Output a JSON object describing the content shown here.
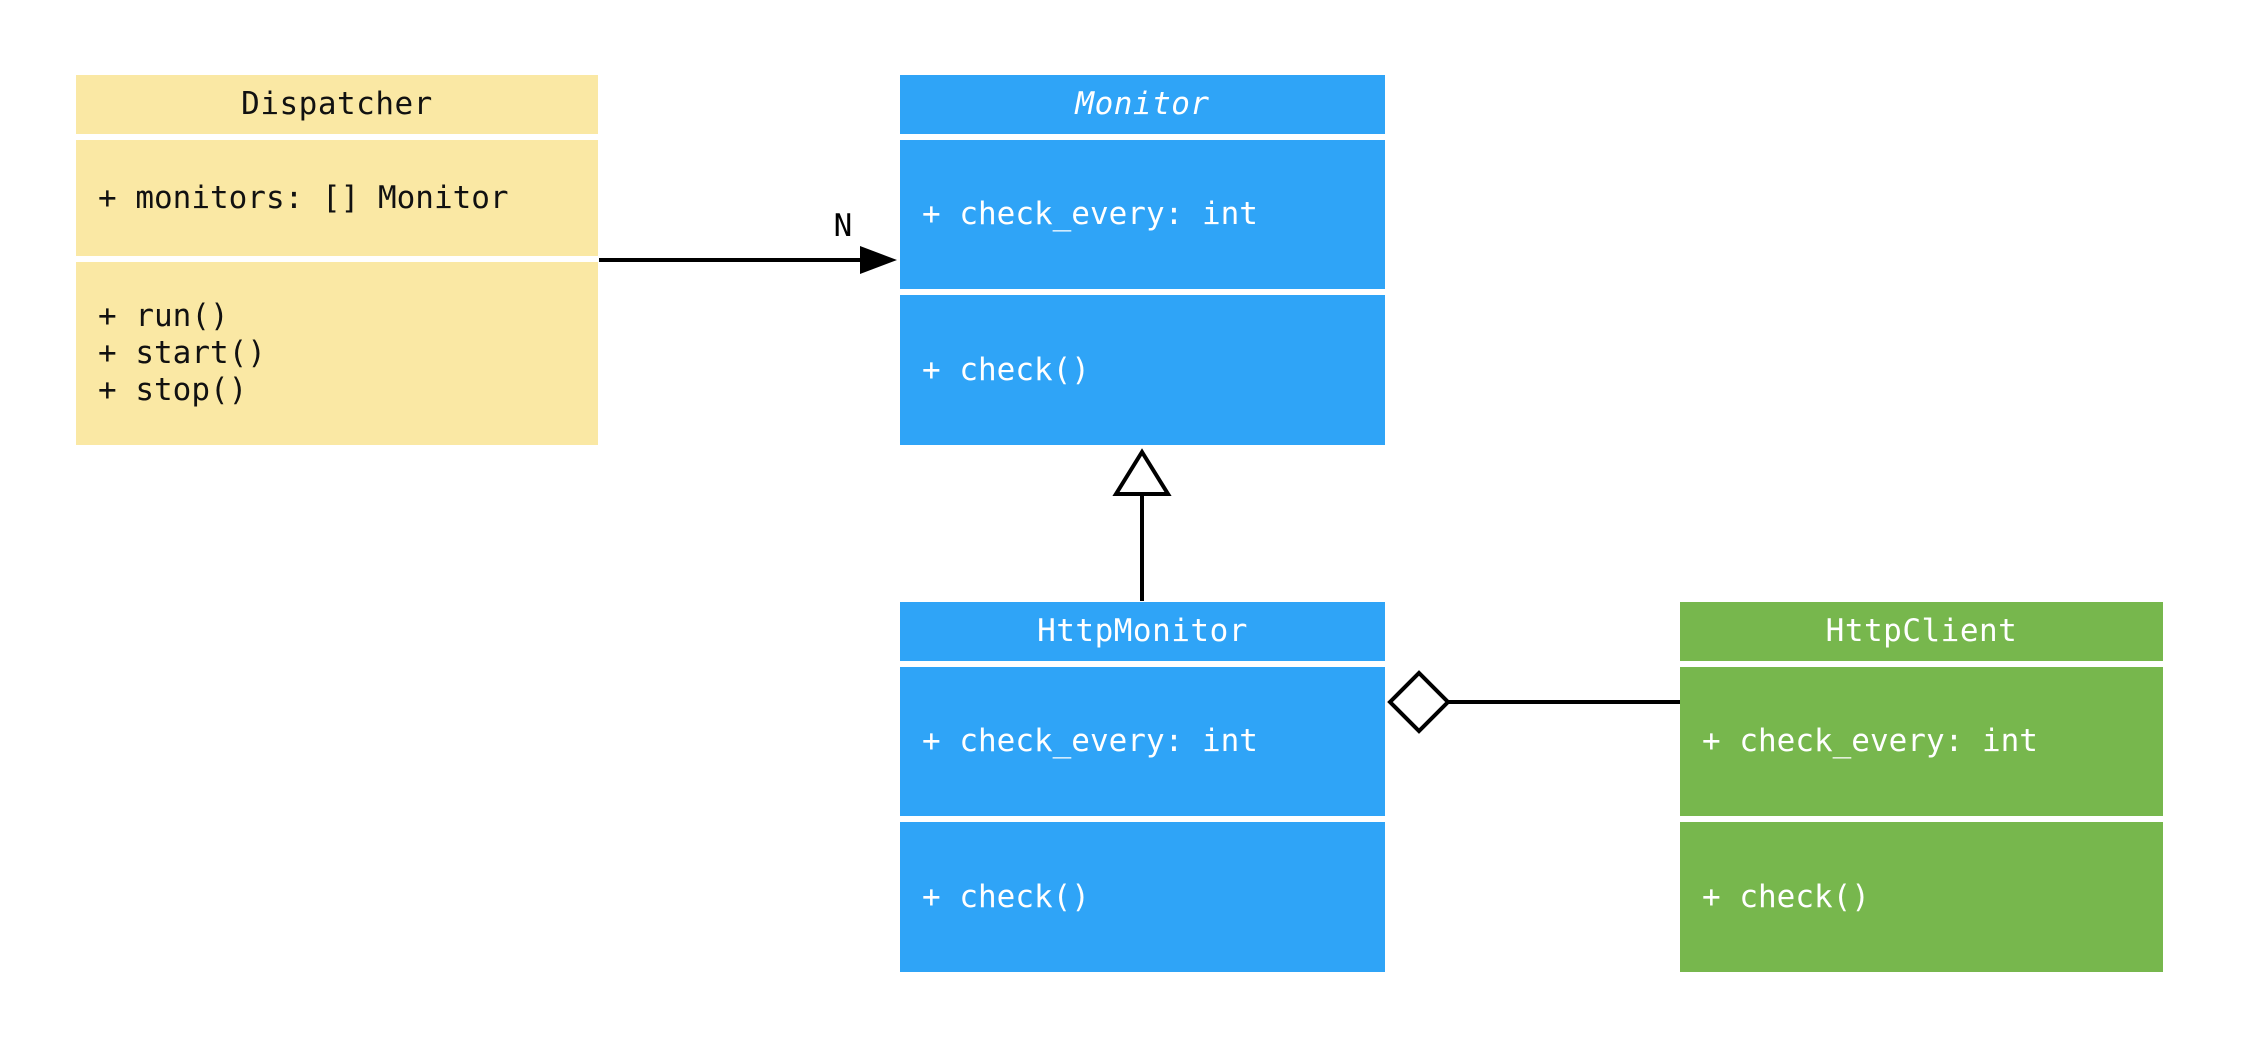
{
  "diagram": {
    "kind": "uml-class-diagram",
    "background": "#ffffff",
    "classes": [
      {
        "name": "Dispatcher",
        "abstract": false,
        "color": "#FAE8A4",
        "text_color": "#111111",
        "attributes": [
          "+ monitors: [] Monitor"
        ],
        "methods": [
          "+ run()",
          "+ start()",
          "+ stop()"
        ]
      },
      {
        "name": "Monitor",
        "abstract": true,
        "color": "#2FA4F7",
        "text_color": "#ffffff",
        "attributes": [
          "+ check_every: int"
        ],
        "methods": [
          "+ check()"
        ]
      },
      {
        "name": "HttpMonitor",
        "abstract": false,
        "color": "#2FA4F7",
        "text_color": "#ffffff",
        "attributes": [
          "+ check_every: int"
        ],
        "methods": [
          "+ check()"
        ]
      },
      {
        "name": "HttpClient",
        "abstract": false,
        "color": "#77B74D",
        "text_color": "#ffffff",
        "attributes": [
          "+ check_every: int"
        ],
        "methods": [
          "+ check()"
        ]
      }
    ],
    "relationships": [
      {
        "from": "Dispatcher",
        "to": "Monitor",
        "type": "association",
        "multiplicity": "N"
      },
      {
        "from": "HttpMonitor",
        "to": "Monitor",
        "type": "inheritance"
      },
      {
        "from": "HttpMonitor",
        "to": "HttpClient",
        "type": "aggregation"
      }
    ],
    "connector_color": "#000000"
  }
}
